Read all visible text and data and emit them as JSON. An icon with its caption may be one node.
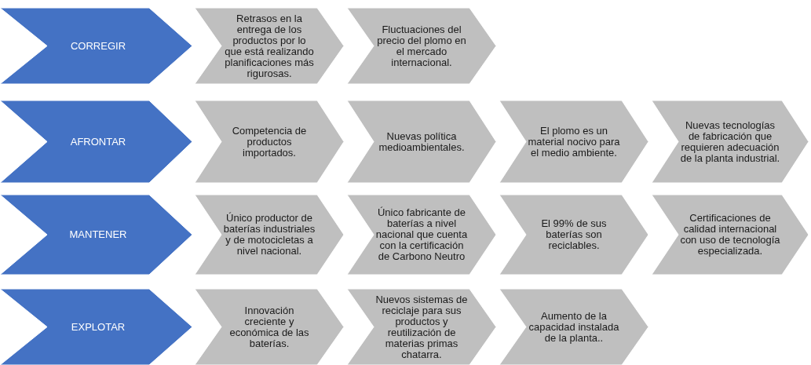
{
  "diagram": {
    "nodes": [
      {
        "text": [
          "CORREGIR"
        ]
      },
      {
        "text": [
          "Retrasos en la entrega de los productos por lo que está realizando planificaciones más rigurosas."
        ]
      },
      {
        "text": [
          "Fluctuaciones del precio del plomo en el mercado internacional."
        ]
      },
      {
        "text": [
          "AFRONTAR"
        ]
      },
      {
        "text": [
          "Competencia de productos importados."
        ]
      },
      {
        "text": [
          "Nuevas política medioambientales."
        ]
      },
      {
        "text": [
          "El plomo es un material nocivo para el medio ambiente."
        ]
      },
      {
        "text": [
          "Nuevas tecnologías de fabricación que requieren adecuación de la planta industrial."
        ]
      },
      {
        "text": [
          "MANTENER"
        ]
      },
      {
        "text": [
          "Único productor de baterías industriales y de motocicletas a nivel nacional."
        ]
      },
      {
        "text": [
          "Único fabricante de baterías a nivel nacional que cuenta con la certificación de Carbono Neutro"
        ]
      },
      {
        "text": [
          "El 99% de sus baterías son reciclables."
        ]
      },
      {
        "text": [
          "Certificaciones de calidad internacional con uso de tecnología especializada."
        ]
      },
      {
        "text": [
          "EXPLOTAR"
        ]
      },
      {
        "text": [
          "Innovación creciente y económica de las baterías."
        ]
      },
      {
        "text": [
          "Nuevos sistemas de reciclaje para sus productos y reutilización de materias primas chatarra."
        ]
      },
      {
        "text": [
          "Aumento de la capacidad instalada de la planta.."
        ]
      }
    ]
  }
}
